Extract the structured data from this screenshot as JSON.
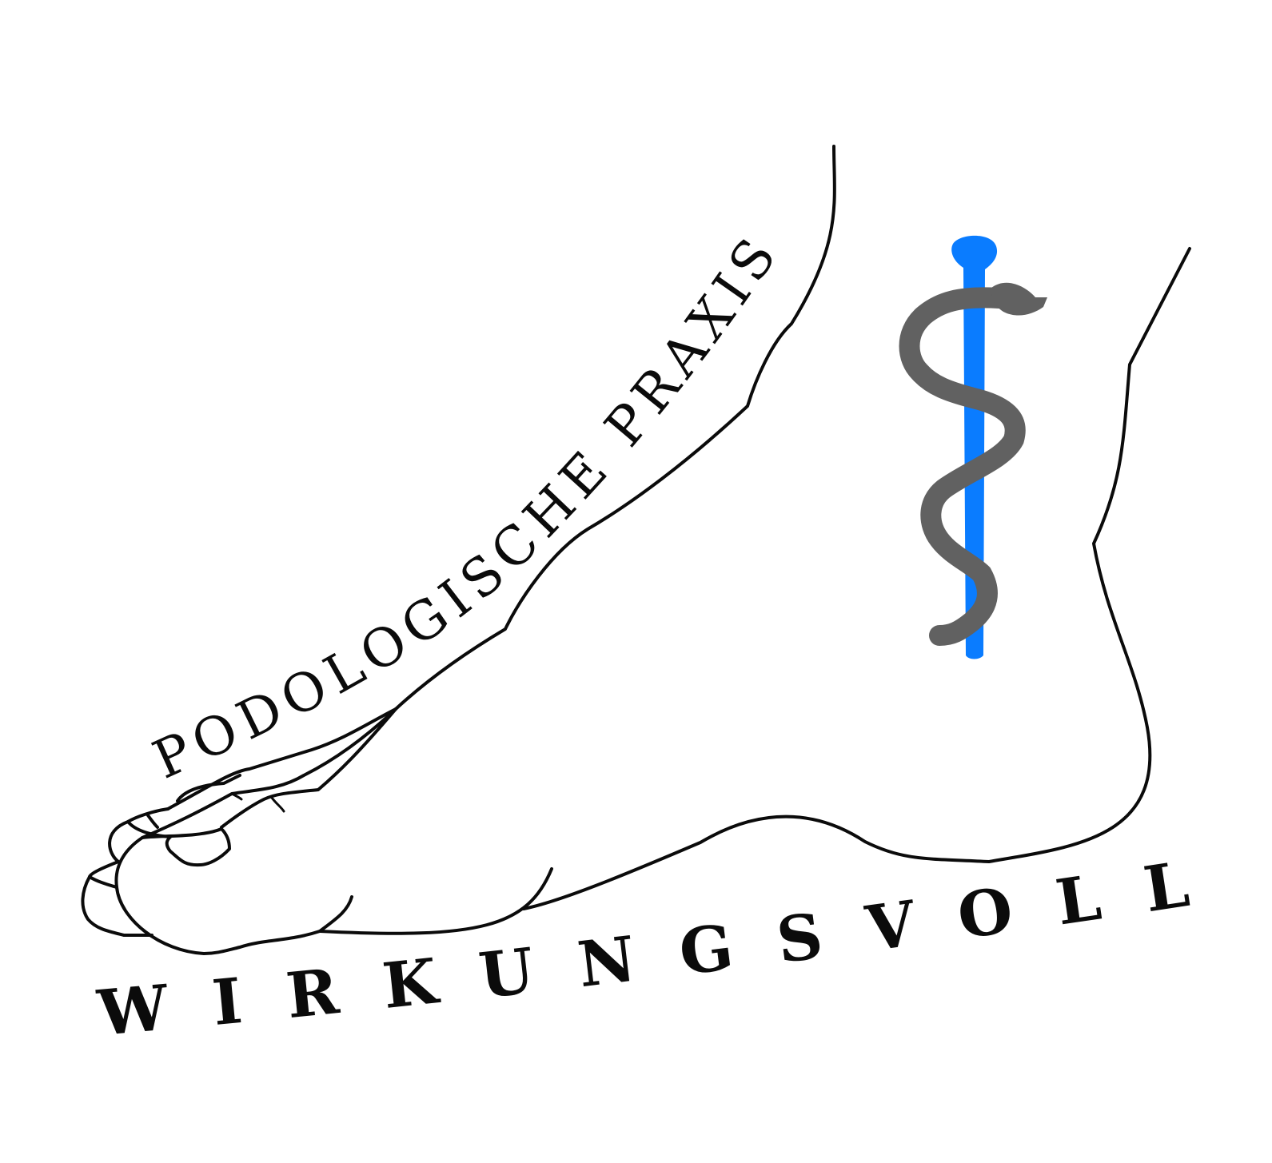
{
  "logo": {
    "arc_title": "PODOLOGISCHE PRAXIS",
    "tagline": "WIRKUNGSVOLL",
    "colors": {
      "outline": "#0b0b0b",
      "staff": "#0a7cff",
      "snake": "#616161",
      "background": "#ffffff"
    },
    "icons": [
      "foot-outline",
      "rod-of-asclepius"
    ]
  }
}
